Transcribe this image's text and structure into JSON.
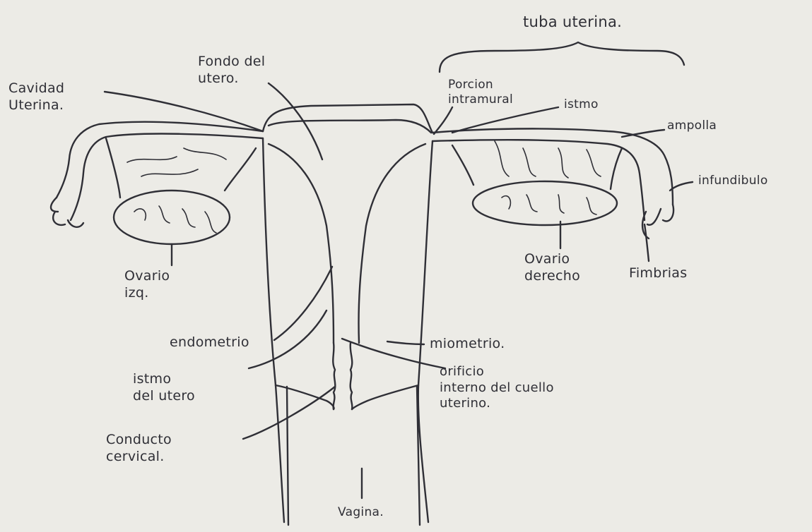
{
  "labels": {
    "trompa_uterina": "tuba uterina.",
    "fondo_del_utero": "Fondo del\nutero.",
    "cavidad_uterina": "Cavidad\nUterina.",
    "porcion_intramural": "Porcion\nintramural",
    "istmo": "istmo",
    "ampolla": "ampolla",
    "infundibulo": "infundibulo",
    "ovario_izq": "Ovario\nizq.",
    "ovario_derecho": "Ovario\nderecho",
    "fimbrias": "Fimbrias",
    "endometrio": "endometrio",
    "miometrio": "miometrio.",
    "istmo_del_utero": "istmo\ndel utero",
    "orificio_interno": "orificio\ninterno del cuello\nuterino.",
    "conducto_cervical": "Conducto\ncervical.",
    "vagina": "Vagina."
  },
  "colors": {
    "paper": "#ecebe6",
    "ink": "#2f2f36"
  }
}
